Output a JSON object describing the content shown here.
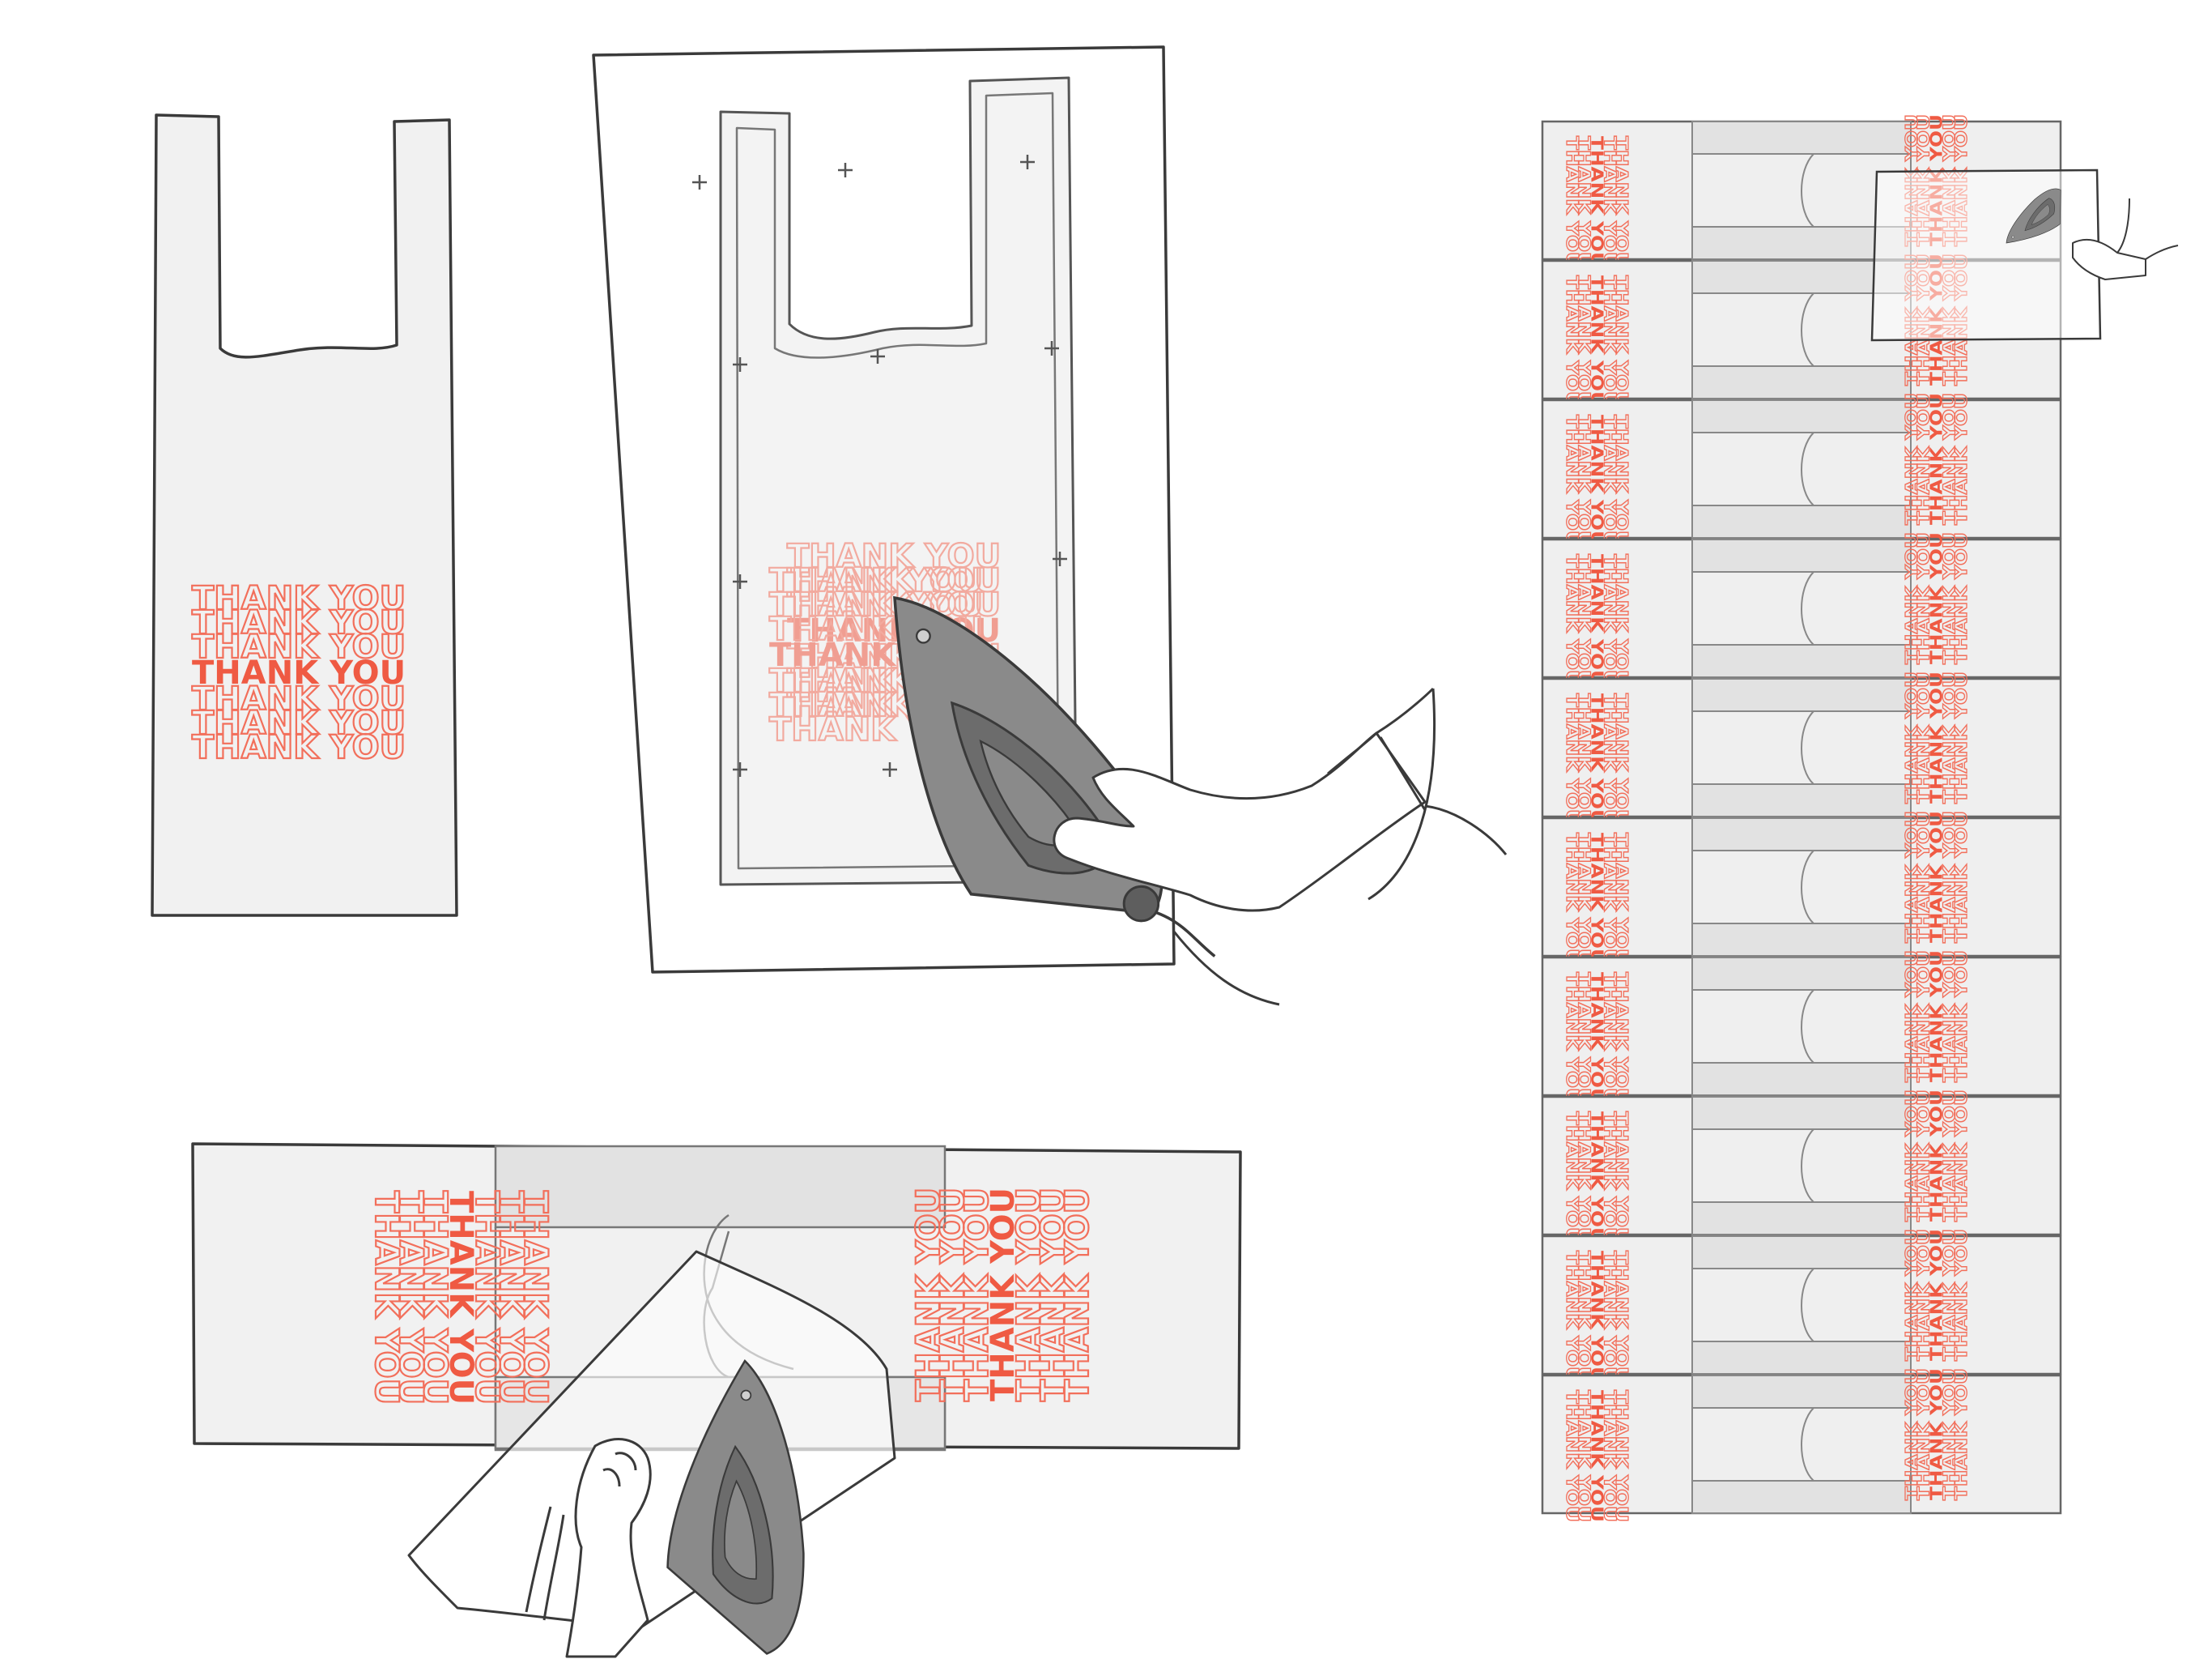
{
  "diagram": {
    "bag_text": "THANK YOU",
    "colors": {
      "ink": "#3a3a3a",
      "bag_fill": "#f1f1f1",
      "print": "#ef5a43",
      "iron": "#8a8a8a",
      "iron_dark": "#5e5e5e"
    },
    "panels": [
      {
        "name": "flat-bag",
        "icons": [
          "plastic-bag-icon"
        ]
      },
      {
        "name": "ironing-bag-between-paper",
        "icons": [
          "plastic-bag-icon",
          "iron-icon",
          "hand-icon"
        ]
      },
      {
        "name": "fusing-two-bags",
        "icons": [
          "plastic-bag-icon",
          "iron-icon",
          "hand-icon"
        ]
      },
      {
        "name": "fused-bag-strip",
        "icons": [
          "plastic-bag-icon",
          "iron-icon",
          "hand-icon"
        ]
      }
    ],
    "strip_bag_count": 10
  }
}
